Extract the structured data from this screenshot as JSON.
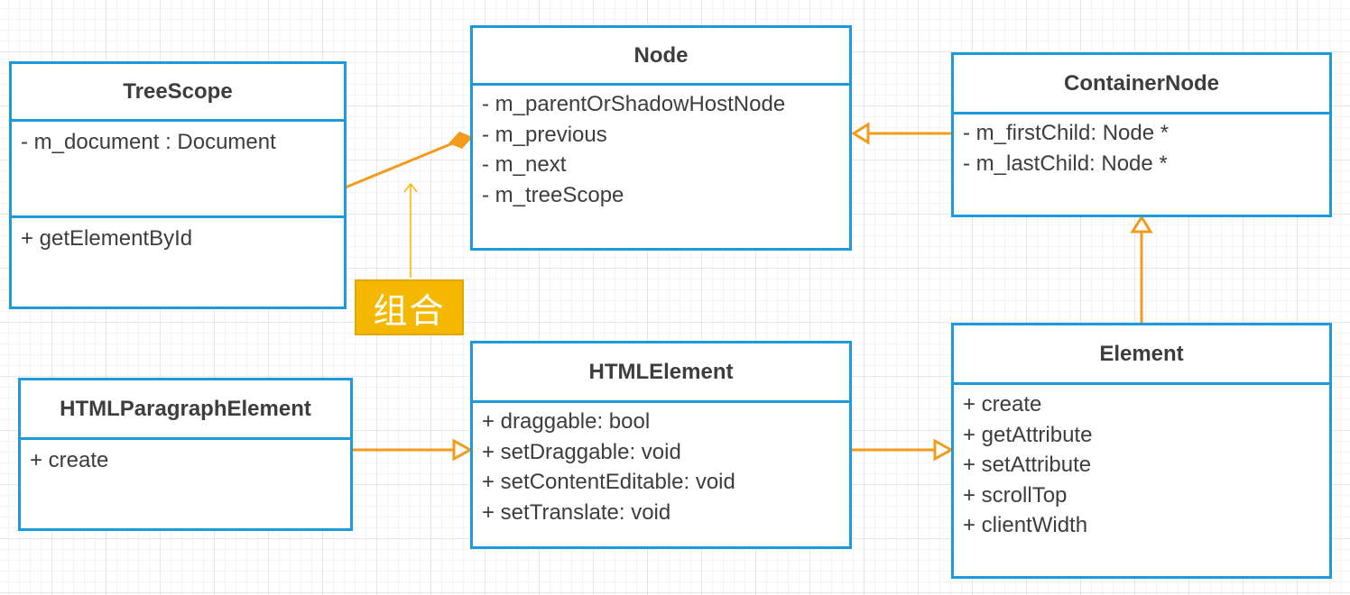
{
  "colors": {
    "class_border": "#1e9ad9",
    "connector": "#f29b1c",
    "annotation_arrow": "#f5b800",
    "tag_fill": "#f5b800",
    "text": "#3d3d3d"
  },
  "classes": {
    "treescope": {
      "name": "TreeScope",
      "attributes": [
        "- m_document : Document"
      ],
      "operations": [
        "+ getElementById"
      ]
    },
    "node": {
      "name": "Node",
      "attributes": [
        "- m_parentOrShadowHostNode",
        "- m_previous",
        "- m_next",
        "- m_treeScope"
      ]
    },
    "containernode": {
      "name": "ContainerNode",
      "attributes": [
        "- m_firstChild: Node *",
        "- m_lastChild: Node *"
      ]
    },
    "htmlparagraphelement": {
      "name": "HTMLParagraphElement",
      "operations": [
        "+ create"
      ]
    },
    "htmlelement": {
      "name": "HTMLElement",
      "operations": [
        "+ draggable: bool",
        "+ setDraggable: void",
        "+ setContentEditable: void",
        "+ setTranslate: void"
      ]
    },
    "element": {
      "name": "Element",
      "operations": [
        "+ create",
        "+ getAttribute",
        "+ setAttribute",
        "+ scrollTop",
        "+ clientWidth"
      ]
    }
  },
  "annotation": {
    "label": "组合"
  }
}
